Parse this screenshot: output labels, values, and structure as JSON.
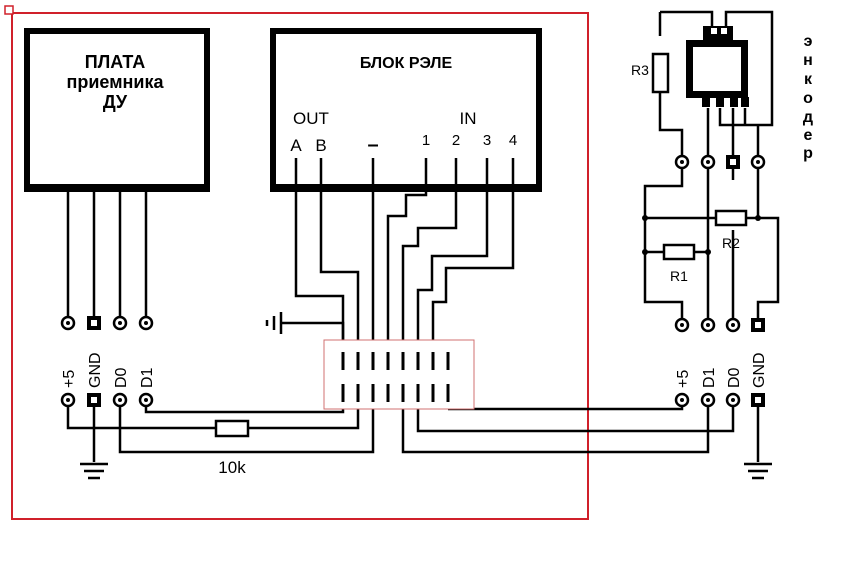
{
  "remote_board": {
    "title_line1": "ПЛАТА",
    "title_line2": "приемника",
    "title_line3": "ДУ"
  },
  "relay_block": {
    "title": "БЛОК РЭЛЕ",
    "out_label": "OUT",
    "in_label": "IN",
    "pins": [
      "A",
      "B",
      "–",
      "1",
      "2",
      "3",
      "4"
    ]
  },
  "left_connector": {
    "pins": [
      "+5",
      "GND",
      "D0",
      "D1"
    ]
  },
  "right_connector": {
    "pins": [
      "+5",
      "D1",
      "D0",
      "GND"
    ]
  },
  "encoder": {
    "label_letters": [
      "э",
      "н",
      "к",
      "о",
      "д",
      "е",
      "р"
    ]
  },
  "resistors": {
    "r1": "R1",
    "r2": "R2",
    "r3": "R3",
    "pullup": "10k"
  },
  "colors": {
    "frame": "#d0202a",
    "connector": "#d07070",
    "ink": "#000000"
  }
}
